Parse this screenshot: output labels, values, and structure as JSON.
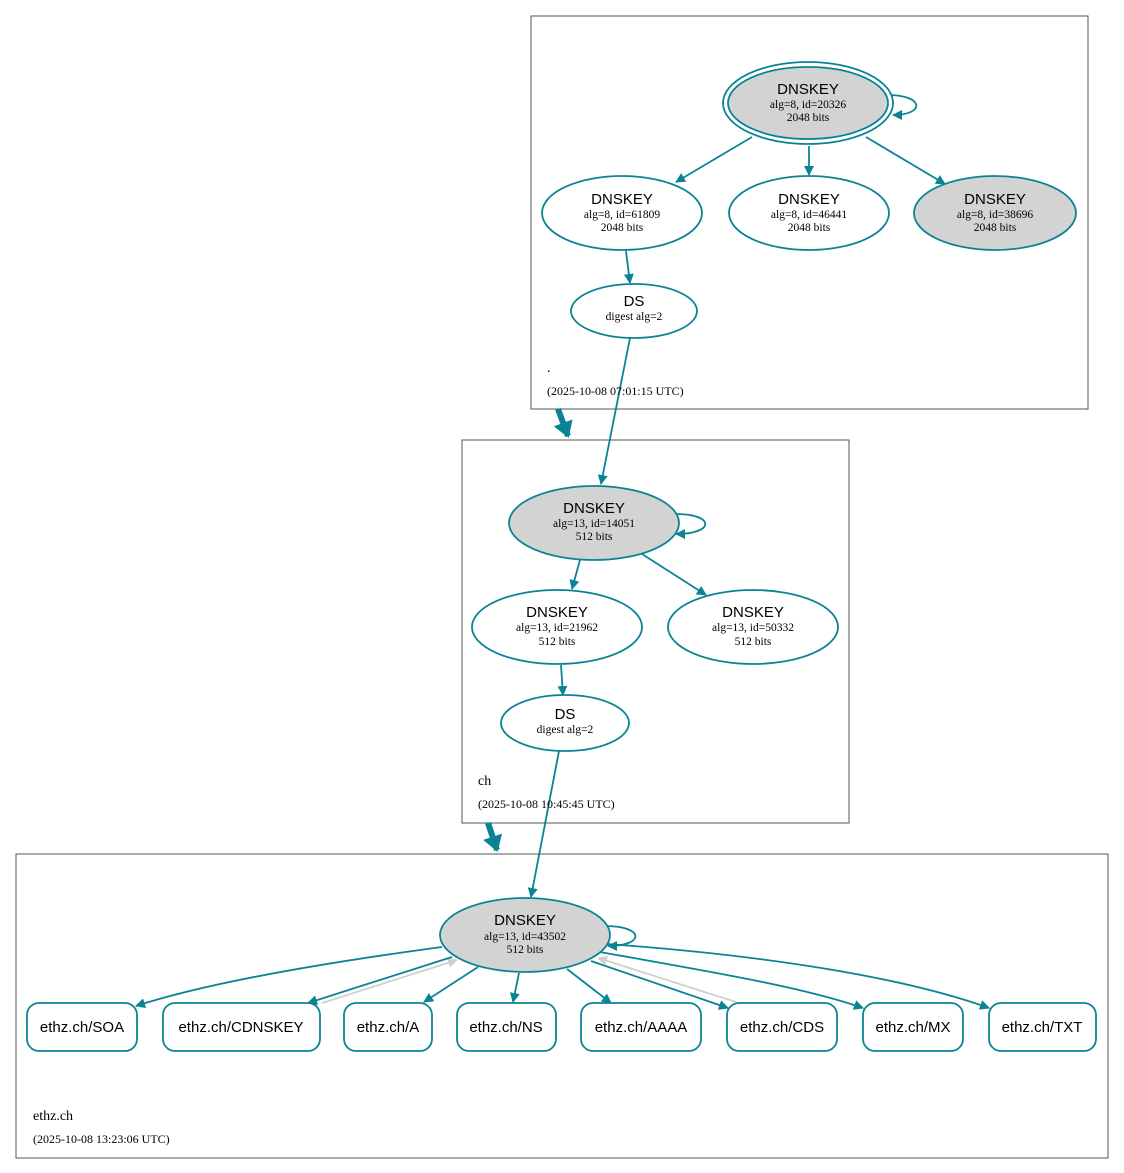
{
  "colors": {
    "edge": "#0a8494",
    "node_border": "#0a8494",
    "ksk_fill": "#d3d3d3",
    "plain_fill": "#ffffff",
    "grey_edge": "#d0d0d0"
  },
  "zones": [
    {
      "name": ".",
      "timestamp": "(2025-10-08 07:01:15 UTC)"
    },
    {
      "name": "ch",
      "timestamp": "(2025-10-08 10:45:45 UTC)"
    },
    {
      "name": "ethz.ch",
      "timestamp": "(2025-10-08 13:23:06 UTC)"
    }
  ],
  "nodes": {
    "root_ksk": {
      "title": "DNSKEY",
      "alg": "alg=8, id=20326",
      "bits": "2048 bits"
    },
    "root_zsk1": {
      "title": "DNSKEY",
      "alg": "alg=8, id=61809",
      "bits": "2048 bits"
    },
    "root_zsk2": {
      "title": "DNSKEY",
      "alg": "alg=8, id=46441",
      "bits": "2048 bits"
    },
    "root_zsk3": {
      "title": "DNSKEY",
      "alg": "alg=8, id=38696",
      "bits": "2048 bits"
    },
    "root_ds": {
      "title": "DS",
      "alg": "digest alg=2"
    },
    "ch_ksk": {
      "title": "DNSKEY",
      "alg": "alg=13, id=14051",
      "bits": "512 bits"
    },
    "ch_zsk1": {
      "title": "DNSKEY",
      "alg": "alg=13, id=21962",
      "bits": "512 bits"
    },
    "ch_zsk2": {
      "title": "DNSKEY",
      "alg": "alg=13, id=50332",
      "bits": "512 bits"
    },
    "ch_ds": {
      "title": "DS",
      "alg": "digest alg=2"
    },
    "ethz_ksk": {
      "title": "DNSKEY",
      "alg": "alg=13, id=43502",
      "bits": "512 bits"
    }
  },
  "rrsets": [
    "ethz.ch/SOA",
    "ethz.ch/CDNSKEY",
    "ethz.ch/A",
    "ethz.ch/NS",
    "ethz.ch/AAAA",
    "ethz.ch/CDS",
    "ethz.ch/MX",
    "ethz.ch/TXT"
  ]
}
